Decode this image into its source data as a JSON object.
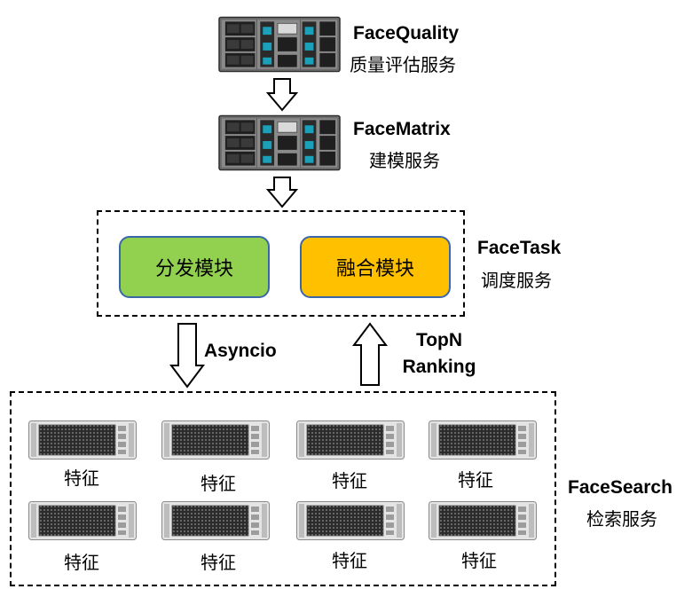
{
  "face_quality": {
    "name": "FaceQuality",
    "desc": "质量评估服务"
  },
  "face_matrix": {
    "name": "FaceMatrix",
    "desc": "建模服务"
  },
  "face_task": {
    "name": "FaceTask",
    "desc": "调度服务",
    "modules": [
      {
        "label": "分发模块",
        "color": "#92d050"
      },
      {
        "label": "融合模块",
        "color": "#ffc000"
      }
    ]
  },
  "edges": {
    "down_label": "Asyncio",
    "up_label_line1": "TopN",
    "up_label_line2": "Ranking"
  },
  "face_search": {
    "name": "FaceSearch",
    "desc": "检索服务",
    "nodes": [
      "特征",
      "特征",
      "特征",
      "特征",
      "特征",
      "特征",
      "特征",
      "特征"
    ]
  }
}
